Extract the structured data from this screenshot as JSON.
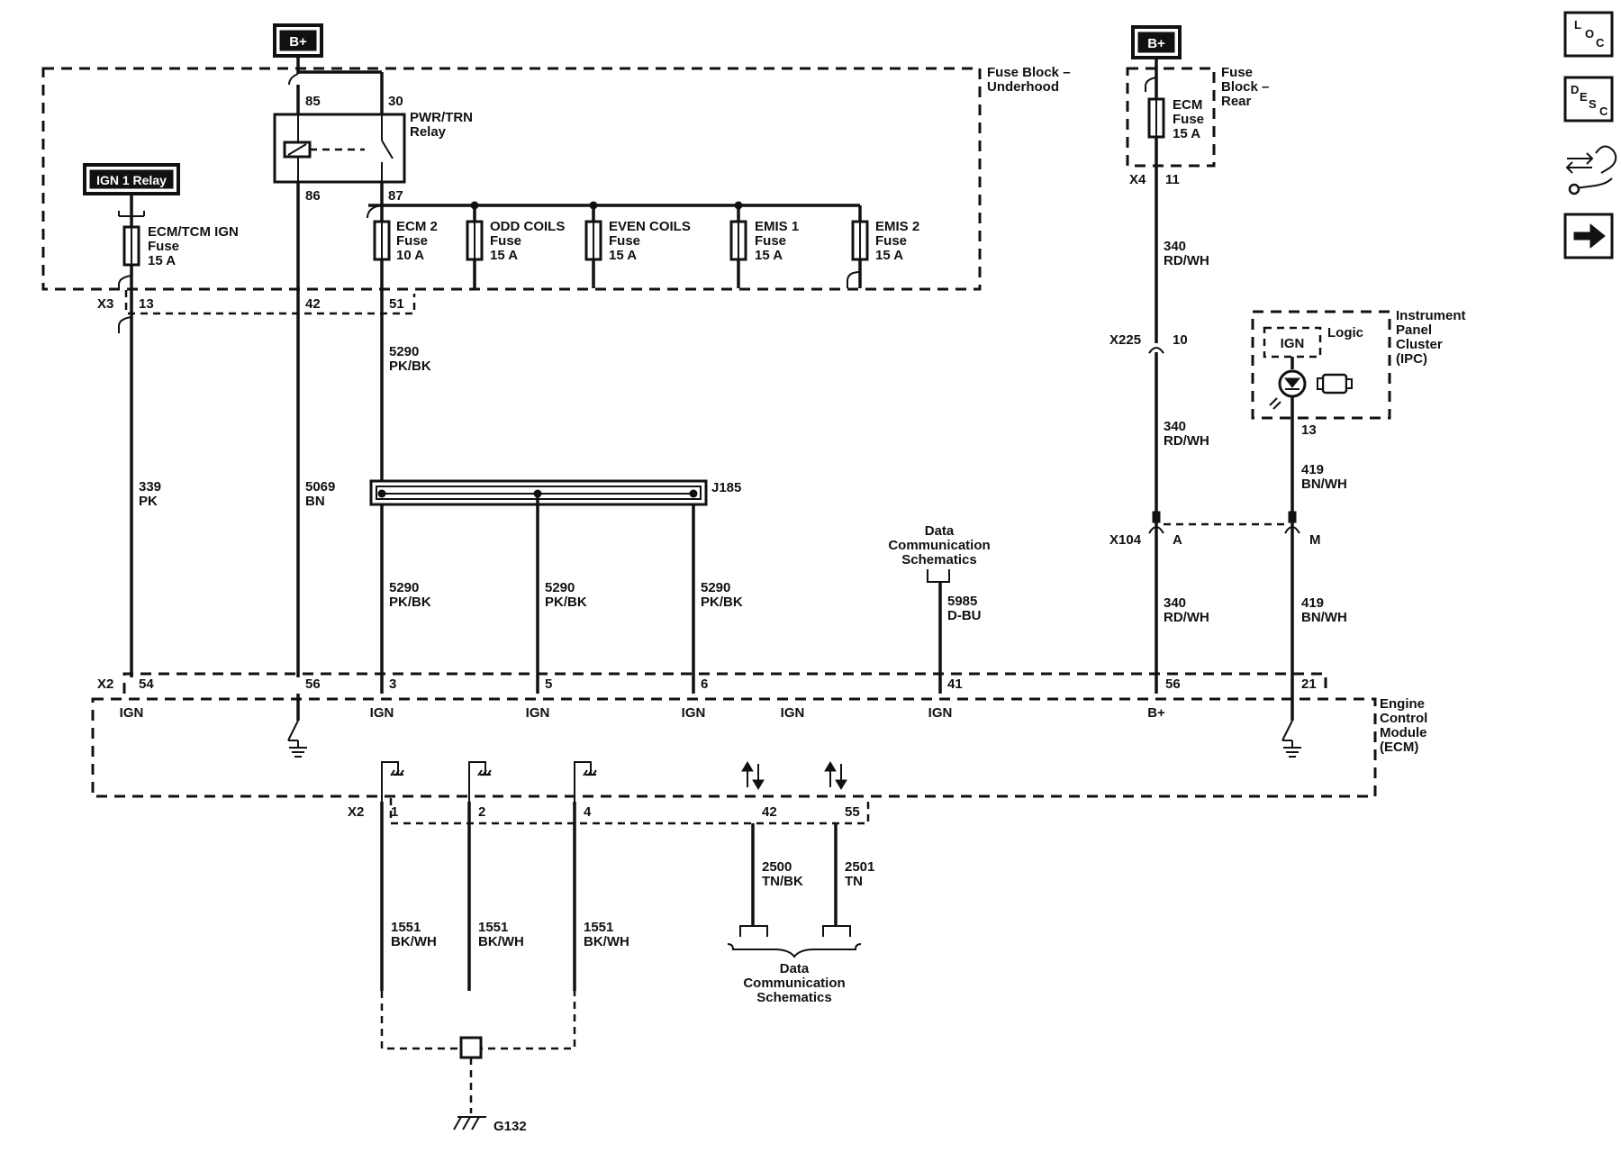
{
  "power": {
    "bplus_left": "B+",
    "bplus_right": "B+"
  },
  "fuse_blocks": {
    "underhood": {
      "label_1": "Fuse Block –",
      "label_2": "Underhood"
    },
    "rear": {
      "label_1": "Fuse",
      "label_2": "Block –",
      "label_3": "Rear"
    }
  },
  "relays": {
    "pwr_trn": {
      "label_1": "PWR/TRN",
      "label_2": "Relay",
      "pin_85": "85",
      "pin_30": "30",
      "pin_86": "86",
      "pin_87": "87"
    },
    "ign1": {
      "label": "IGN 1 Relay"
    }
  },
  "fuses": {
    "ecm_tcm_ign": {
      "l1": "ECM/TCM IGN",
      "l2": "Fuse",
      "l3": "15 A"
    },
    "ecm2": {
      "l1": "ECM 2",
      "l2": "Fuse",
      "l3": "10 A"
    },
    "odd_coils": {
      "l1": "ODD COILS",
      "l2": "Fuse",
      "l3": "15 A"
    },
    "even_coils": {
      "l1": "EVEN COILS",
      "l2": "Fuse",
      "l3": "15 A"
    },
    "emis1": {
      "l1": "EMIS 1",
      "l2": "Fuse",
      "l3": "15 A"
    },
    "emis2": {
      "l1": "EMIS 2",
      "l2": "Fuse",
      "l3": "15 A"
    },
    "ecm_rear": {
      "l1": "ECM",
      "l2": "Fuse",
      "l3": "15 A"
    }
  },
  "connectors": {
    "x3": {
      "name": "X3",
      "p13": "13",
      "p42": "42",
      "p51": "51"
    },
    "x4": {
      "name": "X4",
      "p11": "11"
    },
    "x225": {
      "name": "X225",
      "p10": "10"
    },
    "x104": {
      "name": "X104",
      "pA": "A",
      "pM": "M"
    },
    "x2_top": {
      "name": "X2",
      "p54": "54",
      "p56a": "56",
      "p3": "3",
      "p5": "5",
      "p6": "6",
      "p41": "41",
      "p56b": "56",
      "p21": "21"
    },
    "x2_bot": {
      "name": "X2",
      "p1": "1",
      "p2": "2",
      "p4": "4",
      "p42": "42",
      "p55": "55"
    }
  },
  "wires": {
    "w339": {
      "num": "339",
      "color": "PK"
    },
    "w5069": {
      "num": "5069",
      "color": "BN"
    },
    "w5290_main": {
      "num": "5290",
      "color": "PK/BK"
    },
    "w5290_a": {
      "num": "5290",
      "color": "PK/BK"
    },
    "w5290_b": {
      "num": "5290",
      "color": "PK/BK"
    },
    "w5290_c": {
      "num": "5290",
      "color": "PK/BK"
    },
    "w5985": {
      "num": "5985",
      "color": "D-BU"
    },
    "w340_a": {
      "num": "340",
      "color": "RD/WH"
    },
    "w340_b": {
      "num": "340",
      "color": "RD/WH"
    },
    "w340_c": {
      "num": "340",
      "color": "RD/WH"
    },
    "w419_a": {
      "num": "419",
      "color": "BN/WH"
    },
    "w419_b": {
      "num": "419",
      "color": "BN/WH"
    },
    "w2500": {
      "num": "2500",
      "color": "TN/BK"
    },
    "w2501": {
      "num": "2501",
      "color": "TN"
    },
    "w1551_a": {
      "num": "1551",
      "color": "BK/WH"
    },
    "w1551_b": {
      "num": "1551",
      "color": "BK/WH"
    },
    "w1551_c": {
      "num": "1551",
      "color": "BK/WH"
    }
  },
  "splice": {
    "name": "J185"
  },
  "ground": {
    "name": "G132"
  },
  "ecm": {
    "label_1": "Engine",
    "label_2": "Control",
    "label_3": "Module",
    "label_4": "(ECM)",
    "pins": {
      "ign_54": "IGN",
      "ign_3": "IGN",
      "ign_5": "IGN",
      "ign_6": "IGN",
      "ign_extra": "IGN",
      "ign_41": "IGN",
      "bplus_56": "B+"
    }
  },
  "ipc": {
    "label_1": "Instrument",
    "label_2": "Panel",
    "label_3": "Cluster",
    "label_4": "(IPC)",
    "logic": "Logic",
    "ign": "IGN",
    "pin_13": "13"
  },
  "refs": {
    "data_comm_top": {
      "l1": "Data",
      "l2": "Communication",
      "l3": "Schematics"
    },
    "data_comm_bottom": {
      "l1": "Data",
      "l2": "Communication",
      "l3": "Schematics"
    }
  },
  "nav": {
    "loc": {
      "a": "L",
      "b": "O",
      "c": "C"
    },
    "desc": {
      "a": "D",
      "b": "E",
      "c": "S",
      "d": "C"
    }
  }
}
